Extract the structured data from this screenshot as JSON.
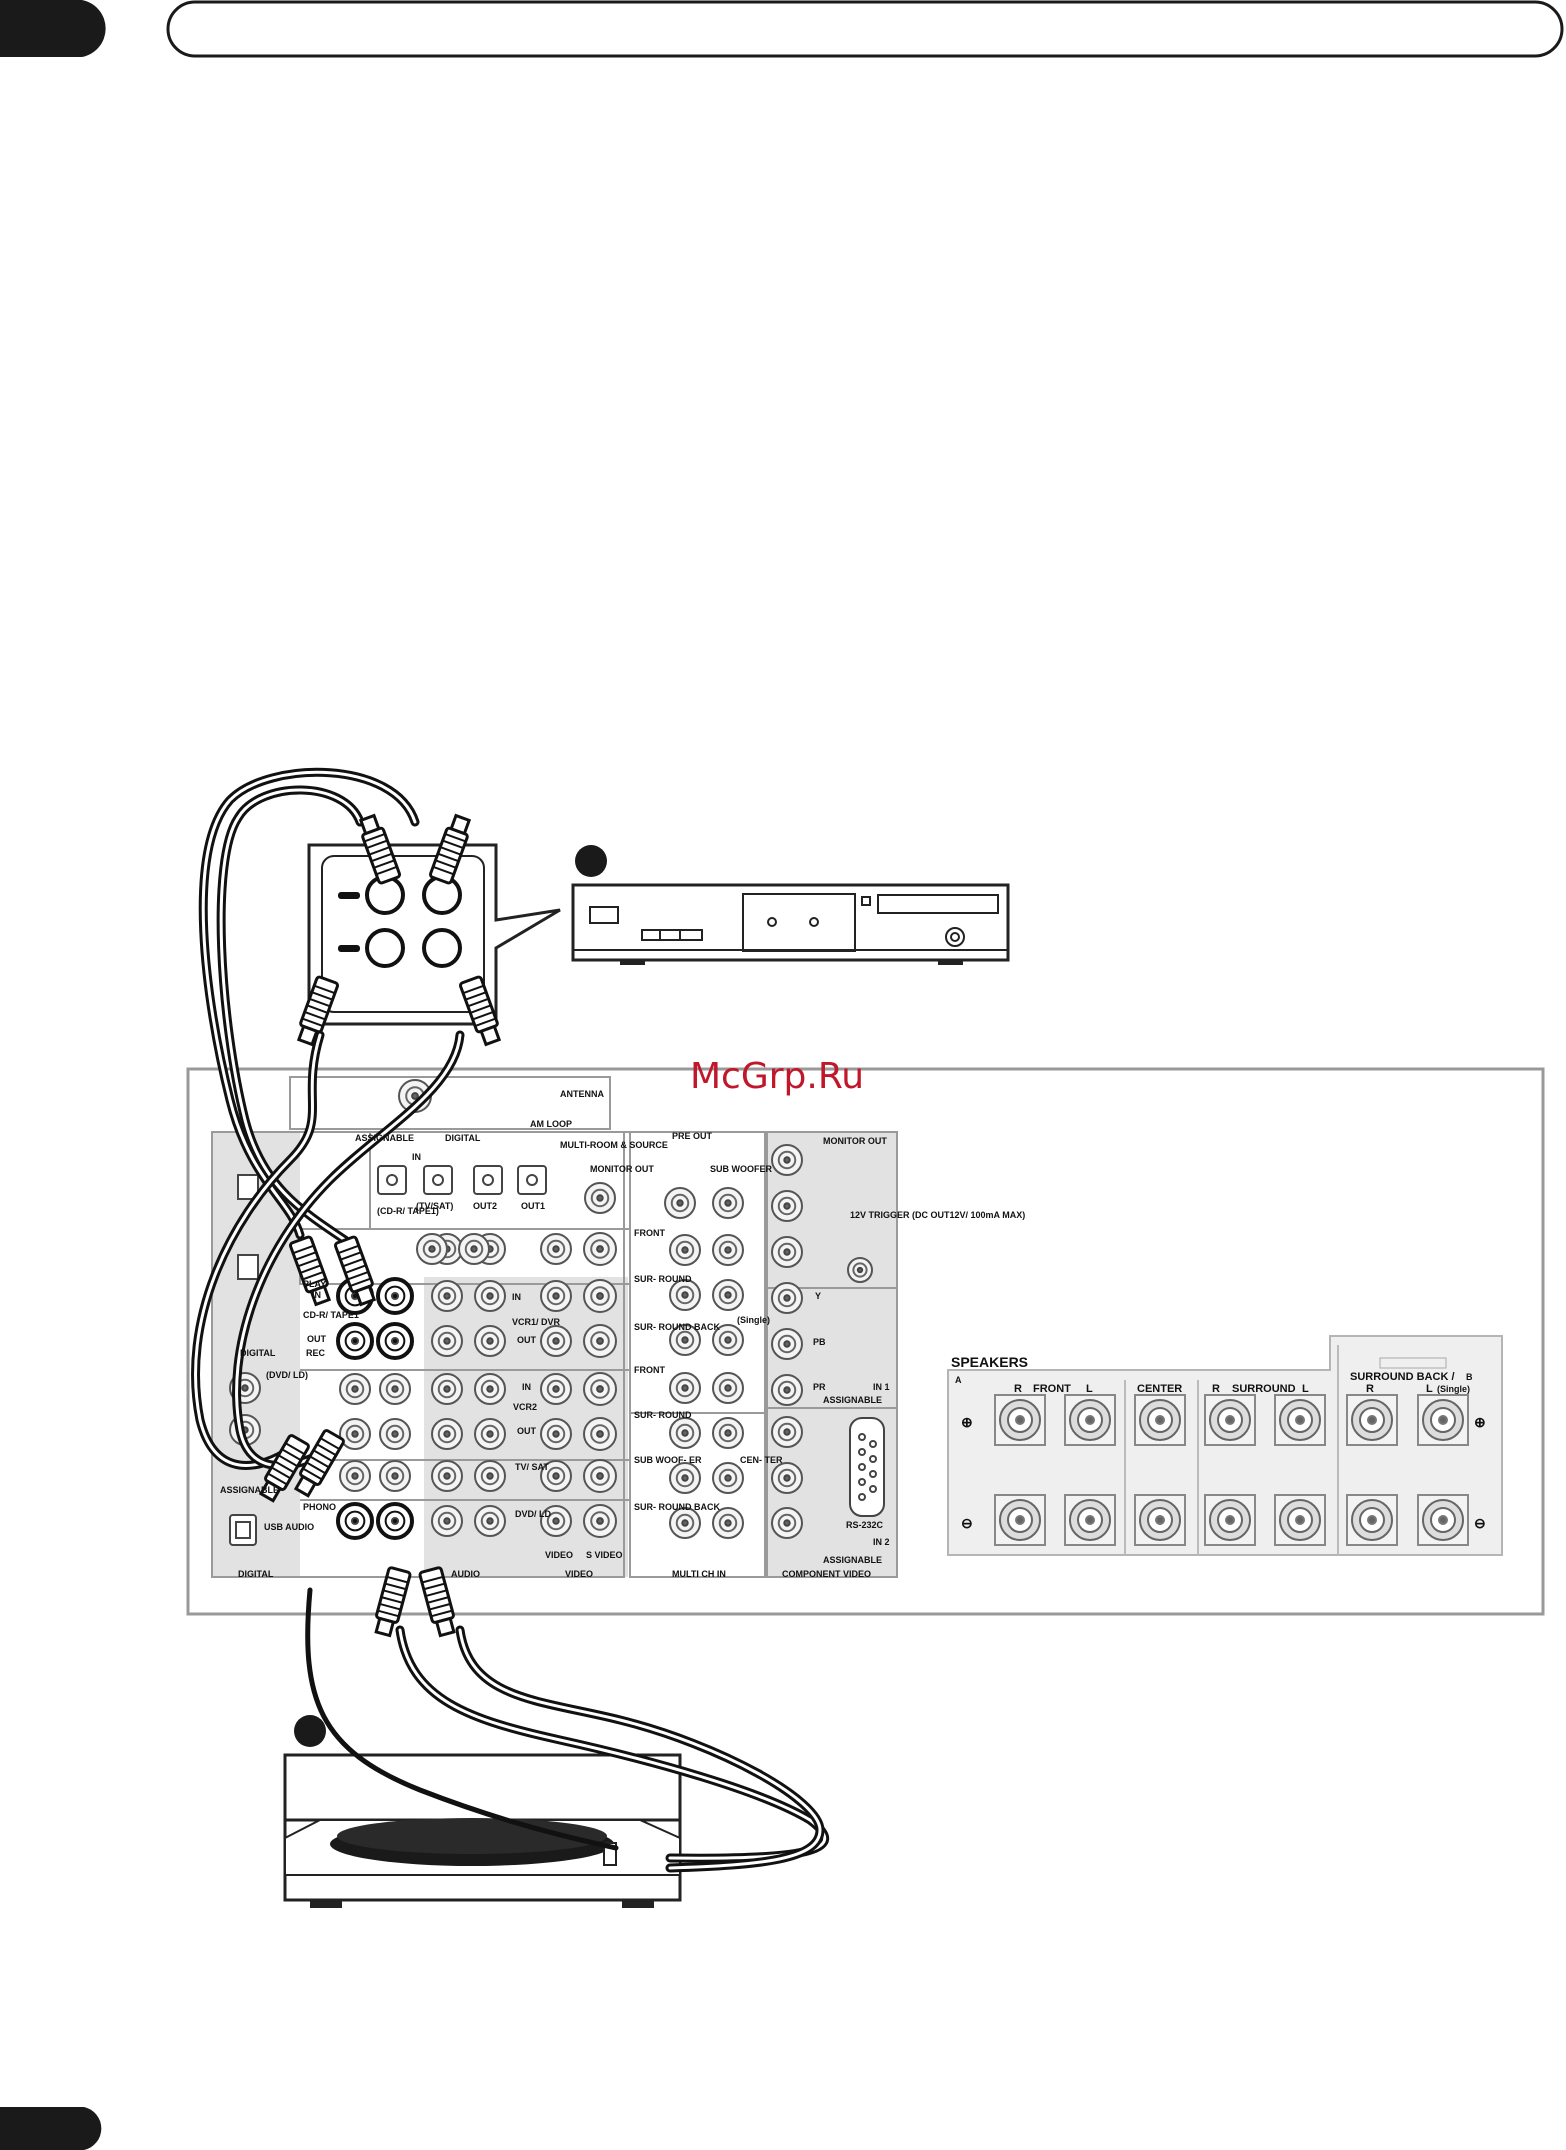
{
  "watermark": "McGrp.Ru",
  "receiver": {
    "antenna": "ANTENNA",
    "am_loop": "AM LOOP",
    "assignable": "ASSIGNABLE",
    "digital": "DIGITAL",
    "in": "IN",
    "cd_r_tape1_in": "(CD-R/ TAPE1)",
    "tv_sat_in": "(TV/SAT)",
    "out2": "OUT2",
    "out1": "OUT1",
    "multiroom_source": "MULTI-ROOM & SOURCE",
    "monitor_out": "MONITOR OUT",
    "pre_out": "PRE OUT",
    "sub_woofer": "SUB WOOFER",
    "front": "FRONT",
    "surround": "SUR- ROUND",
    "surround_back": "SUR- ROUND BACK",
    "single": "(Single)",
    "r": "R",
    "l": "L",
    "play": "PLAY",
    "rec": "REC",
    "cd_r_tape1": "CD-R/ TAPE1",
    "out": "OUT",
    "vcr1_dvr": "VCR1/ DVR",
    "vcr2": "VCR2",
    "tv_sat": "TV/ SAT",
    "dvd_ld": "DVD/ LD",
    "phono": "PHONO",
    "usb_audio": "USB AUDIO",
    "dvd_ld_digital": "(DVD/ LD)",
    "multi_ch_in": "MULTI CH IN",
    "audio": "AUDIO",
    "video": "VIDEO",
    "s_video": "S VIDEO",
    "center": "CEN- TER",
    "sub_woofer_in": "SUB WOOF- ER",
    "component_video": "COMPONENT VIDEO",
    "monitor_out_comp": "MONITOR OUT",
    "y": "Y",
    "pb": "PB",
    "pr": "PR",
    "trigger": "12V TRIGGER (DC OUT12V/ 100mA MAX)",
    "rs232c": "RS-232C",
    "in1": "IN 1",
    "in2": "IN 2",
    "speakers": "SPEAKERS",
    "speakers_a": "A",
    "front_r": "R",
    "front_label": "FRONT",
    "front_l": "L",
    "center_spk": "CENTER",
    "surround_r": "R",
    "surround_label": "SURROUND",
    "surround_l": "L",
    "surround_back_spk": "SURROUND BACK /",
    "speakers_b": "B",
    "sb_r": "R",
    "sb_l": "L",
    "sb_single": "(Single)",
    "plus": "⊕",
    "minus": "⊖"
  }
}
